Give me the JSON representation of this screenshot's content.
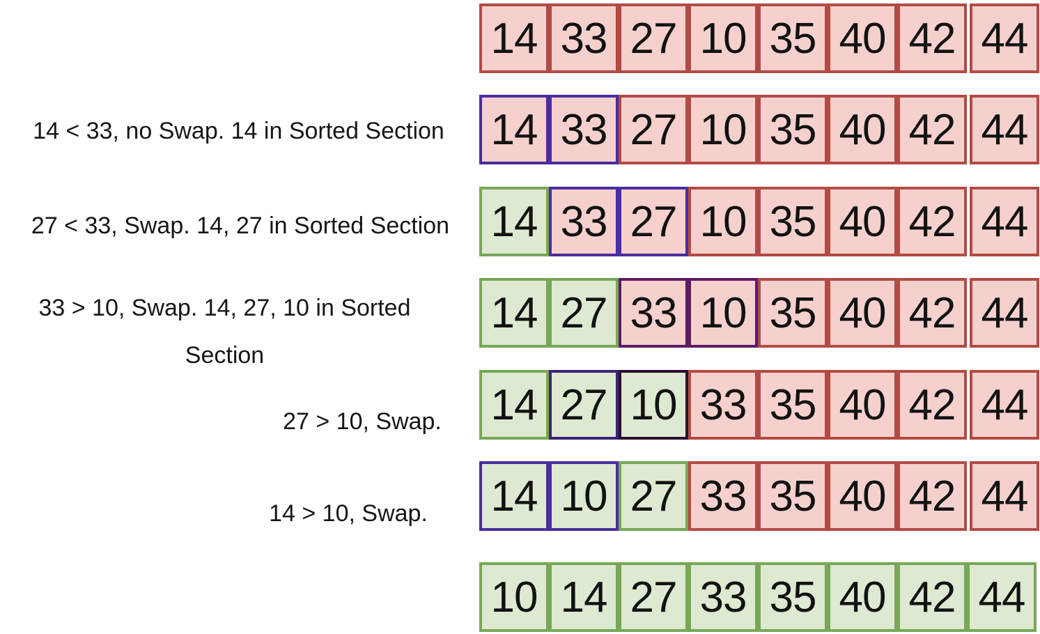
{
  "diagram_title": "insertion-sort-steps",
  "colors": {
    "unsorted_bg": "#f6d0cd",
    "unsorted_border": "#b24b45",
    "sorted_bg": "#dde9d0",
    "sorted_border": "#77a757",
    "compare_border_purple": "#4a2d9e",
    "compare_border_plum": "#5c1b63",
    "compare_border_indigo": "#3b2478",
    "compare_border_darkest": "#2b102e",
    "text": "#121212"
  },
  "rows": [
    {
      "cells": [
        {
          "value": "14",
          "style": "unsorted"
        },
        {
          "value": "33",
          "style": "unsorted"
        },
        {
          "value": "27",
          "style": "unsorted"
        },
        {
          "value": "10",
          "style": "unsorted"
        },
        {
          "value": "35",
          "style": "unsorted"
        },
        {
          "value": "40",
          "style": "unsorted"
        },
        {
          "value": "42",
          "style": "unsorted"
        },
        {
          "value": "44",
          "style": "unsorted"
        }
      ]
    },
    {
      "label": "14 < 33, no Swap. 14 in Sorted Section",
      "cells": [
        {
          "value": "14",
          "style": "compare"
        },
        {
          "value": "33",
          "style": "compare"
        },
        {
          "value": "27",
          "style": "unsorted"
        },
        {
          "value": "10",
          "style": "unsorted"
        },
        {
          "value": "35",
          "style": "unsorted"
        },
        {
          "value": "40",
          "style": "unsorted"
        },
        {
          "value": "42",
          "style": "unsorted"
        },
        {
          "value": "44",
          "style": "unsorted"
        }
      ]
    },
    {
      "label": "27 < 33, Swap. 14, 27 in Sorted Section",
      "cells": [
        {
          "value": "14",
          "style": "sorted"
        },
        {
          "value": "33",
          "style": "compare"
        },
        {
          "value": "27",
          "style": "compare"
        },
        {
          "value": "10",
          "style": "unsorted"
        },
        {
          "value": "35",
          "style": "unsorted"
        },
        {
          "value": "40",
          "style": "unsorted"
        },
        {
          "value": "42",
          "style": "unsorted"
        },
        {
          "value": "44",
          "style": "unsorted"
        }
      ]
    },
    {
      "label_lines": [
        "33 > 10, Swap. 14, 27, 10 in Sorted",
        "Section"
      ],
      "cells": [
        {
          "value": "14",
          "style": "sorted"
        },
        {
          "value": "27",
          "style": "sorted"
        },
        {
          "value": "33",
          "style": "compare-plum"
        },
        {
          "value": "10",
          "style": "compare-plum"
        },
        {
          "value": "35",
          "style": "unsorted"
        },
        {
          "value": "40",
          "style": "unsorted"
        },
        {
          "value": "42",
          "style": "unsorted"
        },
        {
          "value": "44",
          "style": "unsorted"
        }
      ]
    },
    {
      "label": "27 > 10,  Swap.",
      "cells": [
        {
          "value": "14",
          "style": "sorted"
        },
        {
          "value": "27",
          "style": "sorted-indigo"
        },
        {
          "value": "10",
          "style": "sorted-darkest"
        },
        {
          "value": "33",
          "style": "unsorted"
        },
        {
          "value": "35",
          "style": "unsorted"
        },
        {
          "value": "40",
          "style": "unsorted"
        },
        {
          "value": "42",
          "style": "unsorted"
        },
        {
          "value": "44",
          "style": "unsorted"
        }
      ]
    },
    {
      "label": "14 > 10, Swap.",
      "cells": [
        {
          "value": "14",
          "style": "sorted-purple"
        },
        {
          "value": "10",
          "style": "sorted-purple"
        },
        {
          "value": "27",
          "style": "sorted"
        },
        {
          "value": "33",
          "style": "unsorted"
        },
        {
          "value": "35",
          "style": "unsorted"
        },
        {
          "value": "40",
          "style": "unsorted"
        },
        {
          "value": "42",
          "style": "unsorted"
        },
        {
          "value": "44",
          "style": "unsorted"
        }
      ]
    },
    {
      "cells": [
        {
          "value": "10",
          "style": "sorted"
        },
        {
          "value": "14",
          "style": "sorted"
        },
        {
          "value": "27",
          "style": "sorted"
        },
        {
          "value": "33",
          "style": "sorted"
        },
        {
          "value": "35",
          "style": "sorted"
        },
        {
          "value": "40",
          "style": "sorted"
        },
        {
          "value": "42",
          "style": "sorted"
        },
        {
          "value": "44",
          "style": "sorted"
        }
      ]
    }
  ]
}
